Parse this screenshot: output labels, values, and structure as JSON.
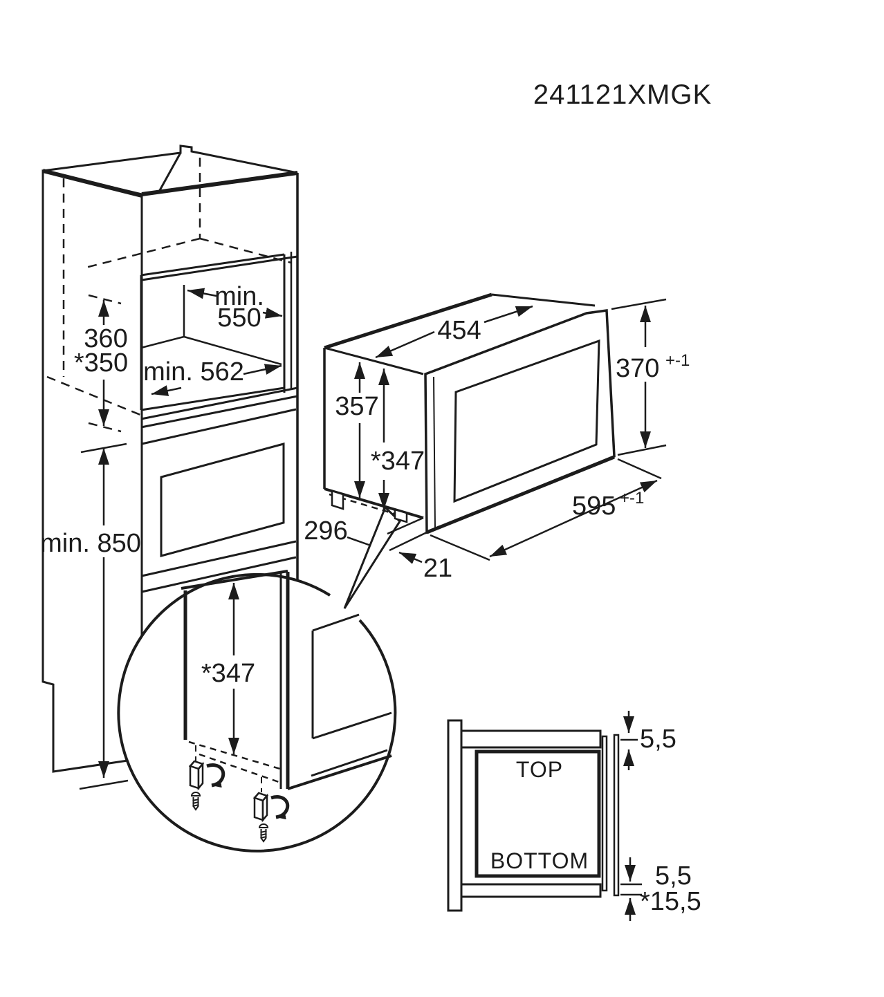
{
  "model_label": "241121XMGK",
  "cabinet": {
    "niche_width_line1": "min.",
    "niche_width_line2": "550",
    "niche_depth": "min. 562",
    "niche_height_std": "360",
    "niche_height_alt": "*350",
    "floor_clearance": "min. 850"
  },
  "microwave": {
    "body_width": "454",
    "body_height": "357",
    "body_height_alt": "*347",
    "frame_height": "370",
    "frame_height_tol": "+-1",
    "frame_width": "595",
    "frame_width_tol": "+-1",
    "bottom_inset": "296",
    "front_overhang": "21"
  },
  "detail": {
    "height_alt": "*347"
  },
  "section": {
    "top_label": "TOP",
    "bottom_label": "BOTTOM",
    "gap_top": "5,5",
    "gap_bottom": "5,5",
    "gap_bottom_alt": "*15,5"
  }
}
